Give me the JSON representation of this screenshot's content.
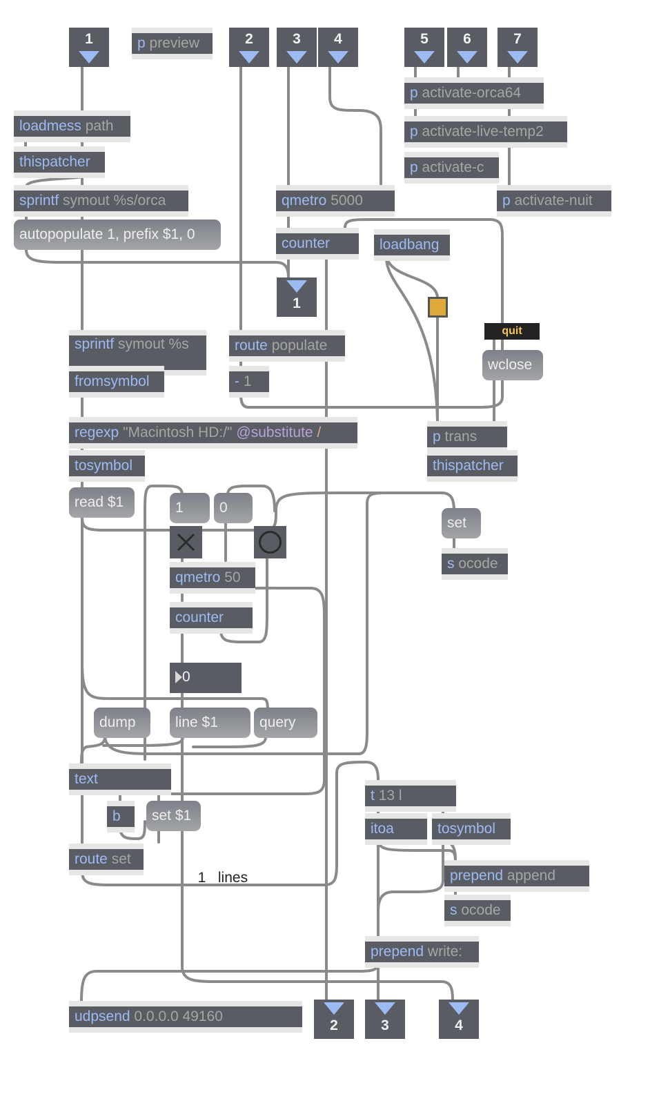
{
  "window": {
    "title": "Max patcher"
  },
  "inlets": [
    {
      "id": "in1",
      "number": "1"
    },
    {
      "id": "in2",
      "number": "2"
    },
    {
      "id": "in3",
      "number": "3"
    },
    {
      "id": "in4",
      "number": "4"
    },
    {
      "id": "in5",
      "number": "5"
    },
    {
      "id": "in6",
      "number": "6"
    },
    {
      "id": "in7",
      "number": "7"
    }
  ],
  "outlets": [
    {
      "id": "out1",
      "number": "1"
    },
    {
      "id": "out2",
      "number": "2"
    },
    {
      "id": "out3",
      "number": "3"
    },
    {
      "id": "out4",
      "number": "4"
    }
  ],
  "objects": {
    "p_preview": {
      "cls": "p",
      "args": "preview"
    },
    "loadmess": {
      "cls": "loadmess",
      "args": "path"
    },
    "thispatcher1": {
      "cls": "thispatcher",
      "args": ""
    },
    "sprintf1": {
      "cls": "sprintf",
      "args": "symout %s/orca"
    },
    "qmetro5000": {
      "cls": "qmetro",
      "args": "5000"
    },
    "counter1": {
      "cls": "counter",
      "args": ""
    },
    "loadbang": {
      "cls": "loadbang",
      "args": ""
    },
    "p_act_orca64": {
      "cls": "p",
      "args": "activate-orca64"
    },
    "p_act_live": {
      "cls": "p",
      "args": "activate-live-temp2"
    },
    "p_act_c": {
      "cls": "p",
      "args": "activate-c"
    },
    "p_act_nuit": {
      "cls": "p",
      "args": "activate-nuit"
    },
    "sprintf2": {
      "cls": "sprintf",
      "args": "symout %s"
    },
    "route_populate": {
      "cls": "route",
      "args": "populate"
    },
    "minus1": {
      "cls": "-",
      "args": "1"
    },
    "fromsymbol": {
      "cls": "fromsymbol",
      "args": ""
    },
    "regexp": {
      "cls": "regexp",
      "args": "\"Macintosh HD:/\"",
      "attr": "@substitute",
      "attr_val": "/"
    },
    "tosymbol1": {
      "cls": "tosymbol",
      "args": ""
    },
    "p_trans": {
      "cls": "p",
      "args": "trans"
    },
    "thispatcher2": {
      "cls": "thispatcher",
      "args": ""
    },
    "s_ocode1": {
      "cls": "s",
      "args": "ocode"
    },
    "qmetro50": {
      "cls": "qmetro",
      "args": "50"
    },
    "counter2": {
      "cls": "counter",
      "args": ""
    },
    "text": {
      "cls": "text",
      "args": ""
    },
    "b": {
      "cls": "b",
      "args": ""
    },
    "route_set": {
      "cls": "route",
      "args": "set"
    },
    "t13l": {
      "cls": "t",
      "args": "13 l"
    },
    "itoa": {
      "cls": "itoa",
      "args": ""
    },
    "tosymbol2": {
      "cls": "tosymbol",
      "args": ""
    },
    "prepend_append": {
      "cls": "prepend",
      "args": "append"
    },
    "s_ocode2": {
      "cls": "s",
      "args": "ocode"
    },
    "prepend_write": {
      "cls": "prepend",
      "args": "write:"
    },
    "udpsend": {
      "cls": "udpsend",
      "args": "0.0.0.0 49160"
    }
  },
  "messages": {
    "autopopulate": "autopopulate 1, prefix $1, 0",
    "read": "read $1",
    "one": "1",
    "zero": "0",
    "set": "set",
    "wclose": "wclose",
    "dump": "dump",
    "line": "line $1",
    "query": "query",
    "set1": "set $1"
  },
  "ui": {
    "quit_label": "quit",
    "number_value": "0",
    "lines_count": "1",
    "lines_label": "lines",
    "bang_color": "#dea93a",
    "toggle_state": "on"
  }
}
